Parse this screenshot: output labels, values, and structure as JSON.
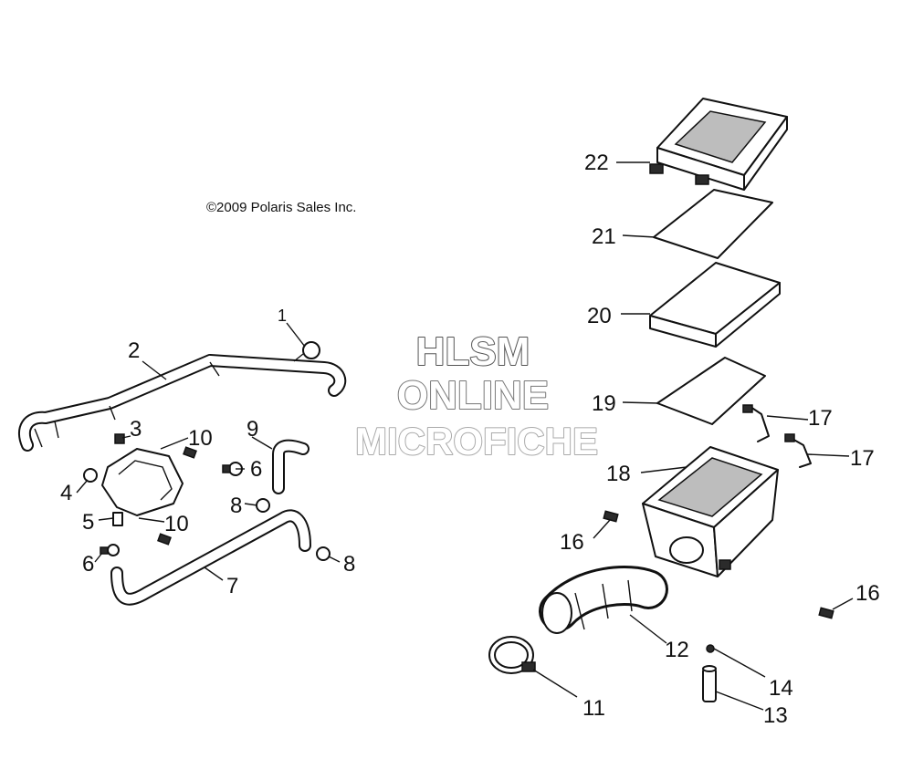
{
  "copyright": "©2009 Polaris Sales Inc.",
  "watermark": {
    "line1": "HLSM",
    "line2": "ONLINE",
    "line3": "MICROFICHE"
  },
  "callouts": {
    "c1": "1",
    "c2": "2",
    "c3": "3",
    "c4": "4",
    "c5": "5",
    "c6a": "6",
    "c6b": "6",
    "c7": "7",
    "c8a": "8",
    "c8b": "8",
    "c9": "9",
    "c10a": "10",
    "c10b": "10",
    "c11": "11",
    "c12": "12",
    "c13": "13",
    "c14": "14",
    "c16a": "16",
    "c16b": "16",
    "c17a": "17",
    "c17b": "17",
    "c18": "18",
    "c19": "19",
    "c20": "20",
    "c21": "21",
    "c22": "22"
  }
}
